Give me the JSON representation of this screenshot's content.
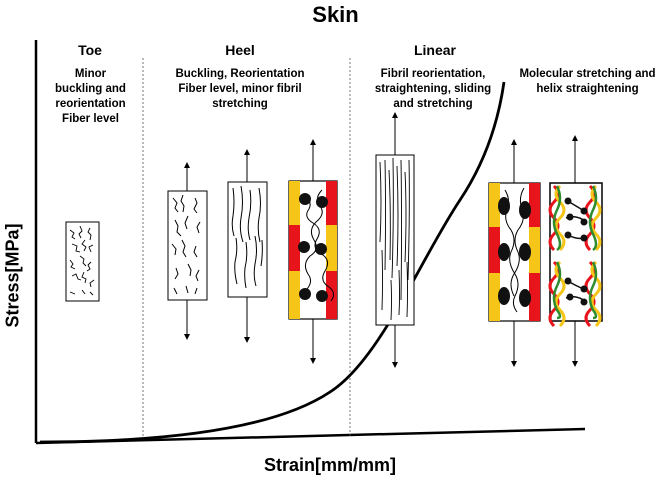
{
  "title": "Skin",
  "x_axis_label": "Strain[mm/mm]",
  "y_axis_label": "Stress[MPa]",
  "regions": [
    {
      "name": "Toe",
      "description": [
        "Minor",
        "buckling and",
        "reorientation",
        "Fiber level"
      ]
    },
    {
      "name": "Heel",
      "description": [
        "Buckling, Reorientation",
        "Fiber level, minor fibril",
        "stretching"
      ]
    },
    {
      "name": "Linear",
      "description": [
        "Fibril reorientation,",
        "straightening, sliding",
        "and stretching"
      ]
    },
    {
      "name": "",
      "description": [
        "Molecular stretching and",
        "helix straightening"
      ]
    }
  ],
  "colors": {
    "red": "#e8141c",
    "yellow": "#f5c518",
    "green": "#2e8b2e",
    "dark": "#111111"
  }
}
